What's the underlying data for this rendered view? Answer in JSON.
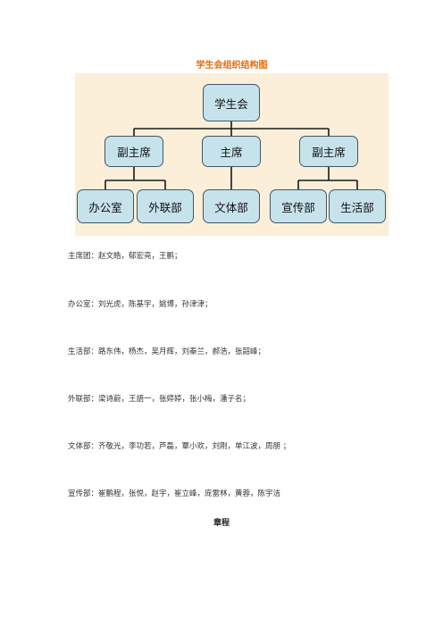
{
  "chart": {
    "title": "学生会组织结构图",
    "root": "学生会",
    "level2": [
      "副主席",
      "主席",
      "副主席"
    ],
    "level3": [
      "办公室",
      "外联部",
      "文体部",
      "宣传部",
      "生活部"
    ]
  },
  "members": [
    "主席团：赵文皓，郁宏亮，王鹏；",
    "办公室：刘光虎，陈基宇，姚博，孙津津；",
    "生活部：路东伟，杨杰，吴月辉，刘秦兰，郝浩，张韶峰；",
    "外联部：梁诗蔚，王語一，张婷婷，张小梅，潘子名；",
    "文体部：齐敬光，李功若，芦磊，覃小欢，刘刚，单江波，周朋 ；",
    "宣传部：崔鹏程，张悦，赵宇，崔立峰，庞雷林，黄蓉，陈宇洁"
  ],
  "section_heading": "章程"
}
